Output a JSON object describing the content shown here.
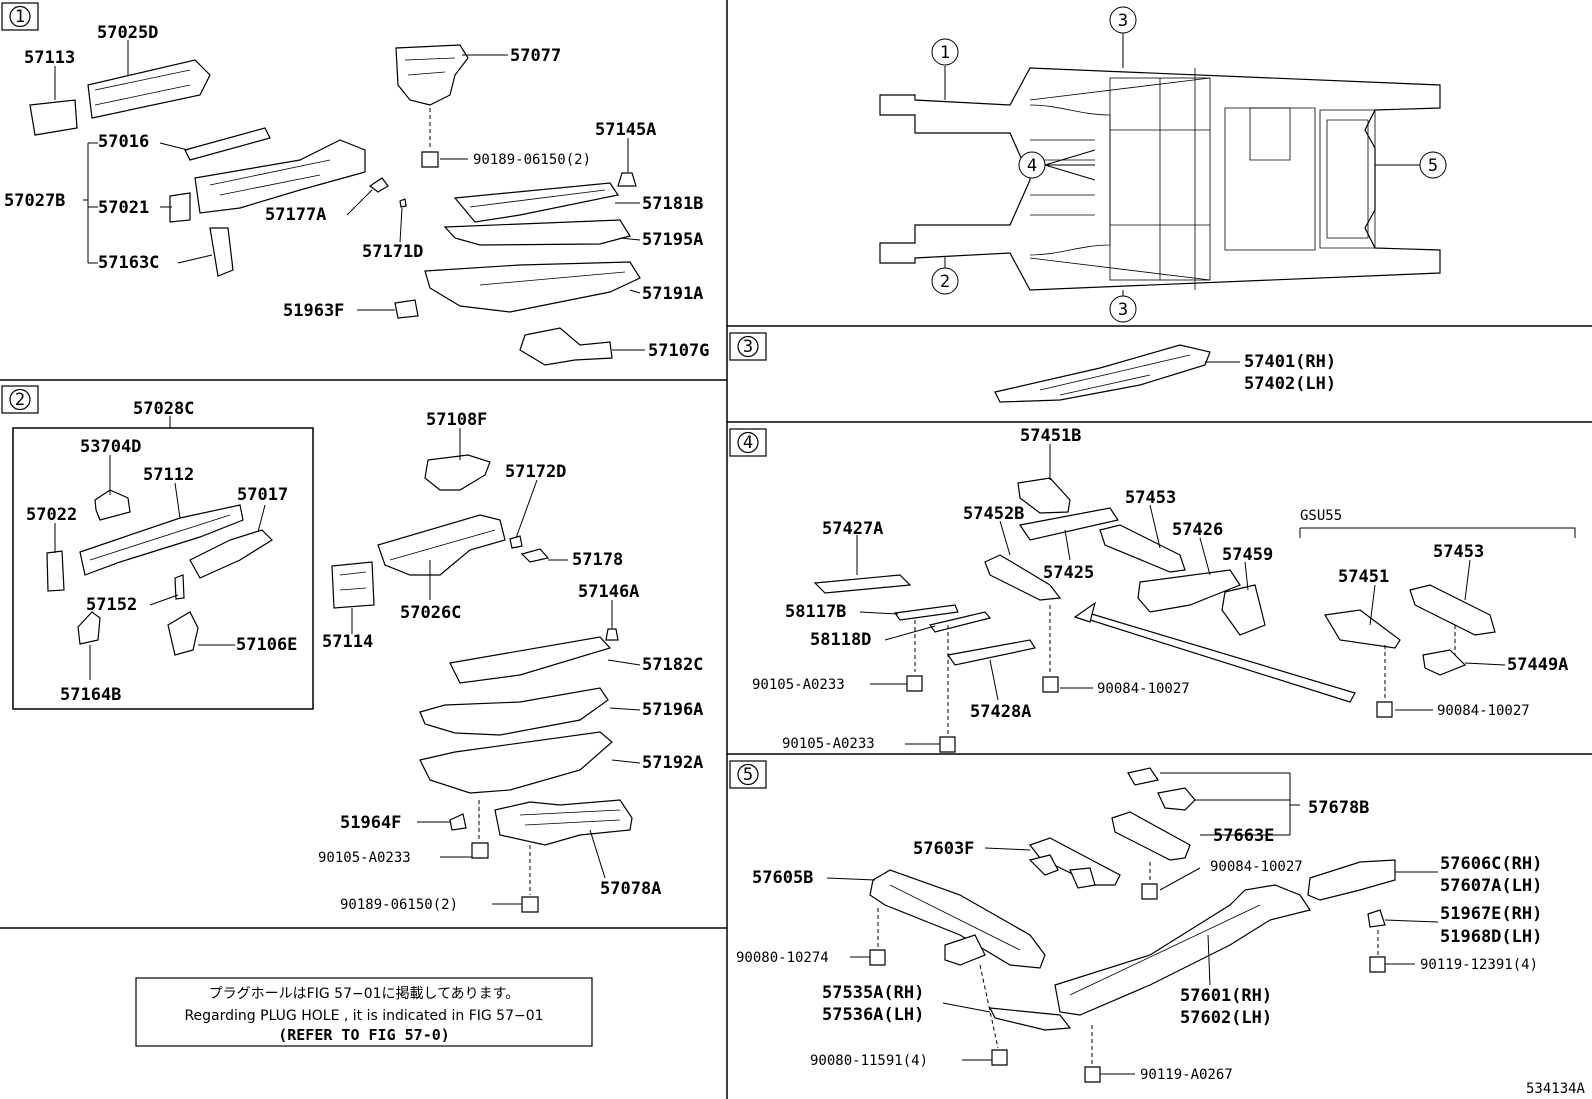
{
  "sections": {
    "s1": {
      "num": "1"
    },
    "s2": {
      "num": "2"
    },
    "s3": {
      "num": "3"
    },
    "s4": {
      "num": "4"
    },
    "s5": {
      "num": "5"
    }
  },
  "overview": {
    "callouts": [
      "1",
      "2",
      "3",
      "3",
      "4",
      "5"
    ]
  },
  "parts": {
    "s1": [
      "57113",
      "57025D",
      "57016",
      "57027B",
      "57021",
      "57163C",
      "57177A",
      "57171D",
      "57077",
      "90189-06150(2)",
      "57145A",
      "57181B",
      "57195A",
      "57191A",
      "51963F",
      "57107G"
    ],
    "s2": [
      "57028C",
      "53704D",
      "57112",
      "57017",
      "57022",
      "57152",
      "57106E",
      "57164B",
      "57108F",
      "57172D",
      "57178",
      "57026C",
      "57114",
      "57146A",
      "57182C",
      "57196A",
      "57192A",
      "51964F",
      "90105-A0233",
      "90189-06150(2)",
      "57078A"
    ],
    "s3": [
      "57401(RH)",
      "57402(LH)"
    ],
    "s4": [
      "57451B",
      "57452B",
      "57453",
      "57426",
      "57425",
      "57459",
      "57427A",
      "58117B",
      "58118D",
      "90105-A0233",
      "90084-10027",
      "57428A",
      "90105-A0233",
      "GSU55",
      "57453",
      "57451",
      "57449A",
      "90084-10027"
    ],
    "s5": [
      "57678B",
      "57663E",
      "57603F",
      "90084-10027",
      "57605B",
      "57606C(RH)",
      "57607A(LH)",
      "51967E(RH)",
      "51968D(LH)",
      "90080-10274",
      "90119-12391(4)",
      "57535A(RH)",
      "57536A(LH)",
      "57601(RH)",
      "57602(LH)",
      "90080-11591(4)",
      "90119-A0267"
    ]
  },
  "note": {
    "jp": "プラグホールはFIG 57−01に掲載してあります。",
    "en": "Regarding PLUG HOLE , it is indicated in FIG 57−01",
    "ref": "(REFER TO FIG 57-0)"
  },
  "figure_id": "534134A"
}
